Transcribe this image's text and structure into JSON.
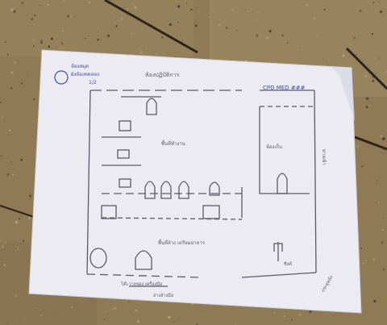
{
  "photo": {
    "subject": "hand-drawn floor plan on paper",
    "colors": {
      "floor_base": "#8f7a55",
      "floor_speckle": "#3a2f22",
      "tile_grout": "#2b241b",
      "paper": "#ecebf2",
      "pencil": "#5a5a66",
      "pen_blue": "#3b4fb0"
    }
  },
  "plan": {
    "title": "ห้องปฏิบัติการ",
    "header_right": "CPD MED ###",
    "header_left_lines": [
      "ห้องสมุด",
      "ผังห้องทดลอง",
      "1/2"
    ],
    "room_label_center": "พื้นที่ทำงาน",
    "room_label_right": "ห้องเก็บ",
    "side_note": "ทางเข้า",
    "bottom_label": "พื้นที่ล้าง เตรียมอาหาร",
    "bottom_note_1": "โต๊ะวางของ เครื่องมือ",
    "bottom_note_2": "อ่างล้างมือ",
    "sink_label": "ซิงค์",
    "corner_note": "ประตูหลัง"
  }
}
